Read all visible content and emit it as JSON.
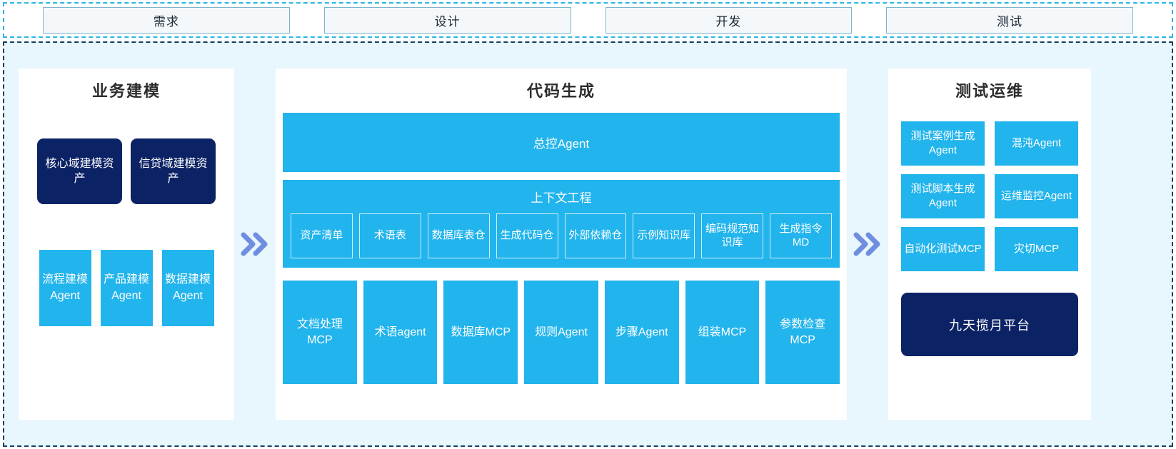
{
  "stages": [
    {
      "label": "需求"
    },
    {
      "label": "设计"
    },
    {
      "label": "开发"
    },
    {
      "label": "测试"
    }
  ],
  "colors": {
    "accent_blue": "#22b4ec",
    "navy": "#0b2265",
    "board_bg": "#e8f6fe",
    "chevron": "#6f8ee0",
    "stage_border": "#7fb4cb",
    "outer_dash": "#15405e",
    "stage_dash": "#29b6e8"
  },
  "flow_icons": {
    "first": "double-chevron-right-icon",
    "second": "double-chevron-right-icon"
  },
  "left_panel": {
    "title": "业务建模",
    "assets": [
      {
        "label": "核心域建模资产"
      },
      {
        "label": "信贷域建模资产"
      }
    ],
    "agents": [
      {
        "label": "流程建模Agent"
      },
      {
        "label": "产品建模Agent"
      },
      {
        "label": "数据建模Agent"
      }
    ]
  },
  "center_panel": {
    "title": "代码生成",
    "master_agent": "总控Agent",
    "context": {
      "title": "上下文工程",
      "items": [
        {
          "label": "资产清单"
        },
        {
          "label": "术语表"
        },
        {
          "label": "数据库表仓"
        },
        {
          "label": "生成代码仓"
        },
        {
          "label": "外部依赖仓"
        },
        {
          "label": "示例知识库"
        },
        {
          "label": "编码规范知识库"
        },
        {
          "label": "生成指令MD"
        }
      ]
    },
    "tools": [
      {
        "label": "文档处理MCP"
      },
      {
        "label": "术语agent"
      },
      {
        "label": "数据库MCP"
      },
      {
        "label": "规则Agent"
      },
      {
        "label": "步骤Agent"
      },
      {
        "label": "组装MCP"
      },
      {
        "label": "参数检查MCP"
      }
    ]
  },
  "right_panel": {
    "title": "测试运维",
    "items": [
      {
        "label": "测试案例生成Agent"
      },
      {
        "label": "混沌Agent"
      },
      {
        "label": "测试脚本生成Agent"
      },
      {
        "label": "运维监控Agent"
      },
      {
        "label": "自动化测试MCP"
      },
      {
        "label": "灾切MCP"
      }
    ],
    "platform": "九天揽月平台"
  }
}
